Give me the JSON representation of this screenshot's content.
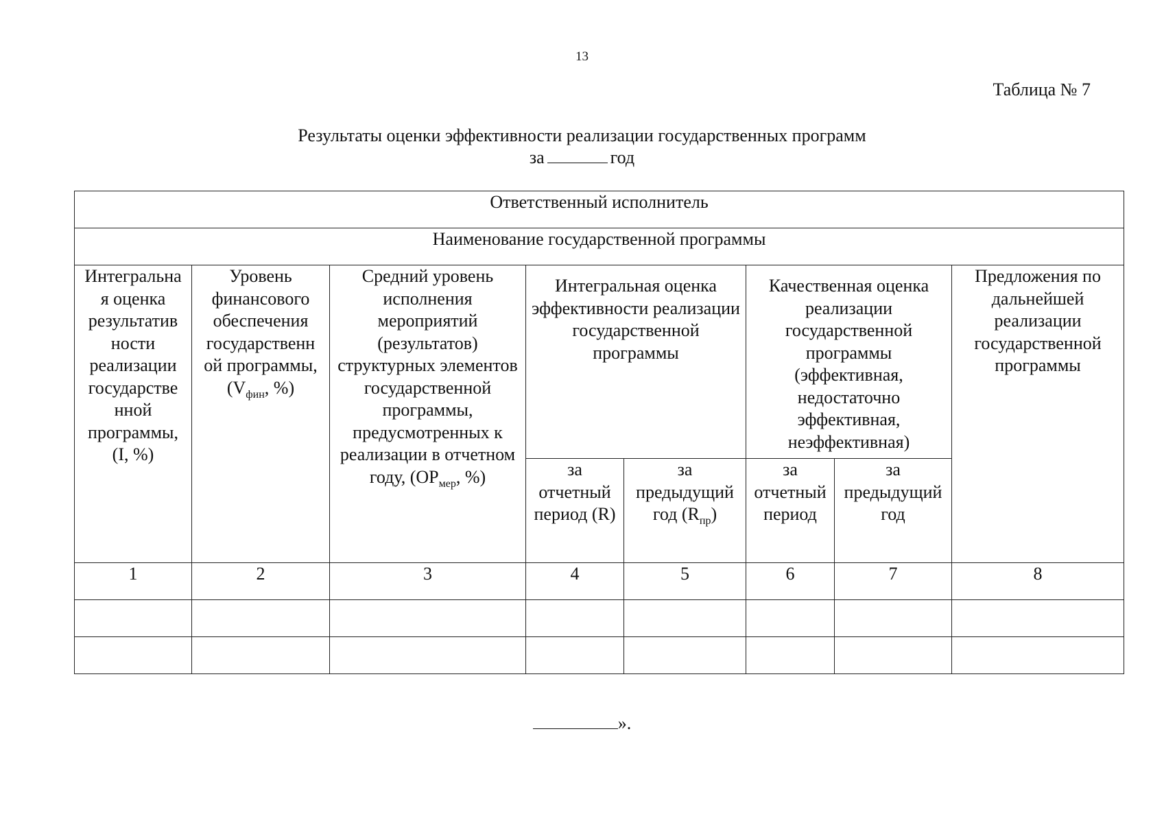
{
  "page_number": "13",
  "table_number": "Таблица № 7",
  "title": "Результаты оценки эффективности реализации государственных программ",
  "subtitle_prefix": "за",
  "subtitle_suffix": "год",
  "table": {
    "responsible_executor": "Ответственный исполнитель",
    "program_name": "Наименование государственной программы",
    "columns": {
      "c1": {
        "label": "Интегральна я оценка результатив ности реализации государстве нной программы, (I, %)"
      },
      "c2": {
        "label_main": "Уровень финансового обеспечения государственн ой программы, (V",
        "label_sub": "фин",
        "label_end": ", %)"
      },
      "c3": {
        "label_main": "Средний уровень исполнения мероприятий (результатов) структурных элементов государственной программы, предусмотренных к реализации в отчетном году, (ОР",
        "label_sub": "мер",
        "label_end": ", %)"
      },
      "group4": "Интегральная оценка эффективности реализации государственной программы",
      "group6": "Качественная оценка реализации государственной программы (эффективная, недостаточно эффективная, неэффективная)",
      "c8": {
        "label": "Предложения по дальнейшей реализации государственной программы"
      },
      "c4": {
        "label": "за отчетный период (R)"
      },
      "c5": {
        "label_main": "за предыдущий год (R",
        "label_sub": "пр",
        "label_end": ")"
      },
      "c6": {
        "label": "за отчетный период"
      },
      "c7": {
        "label": "за предыдущий год"
      }
    },
    "column_numbers": [
      "1",
      "2",
      "3",
      "4",
      "5",
      "6",
      "7",
      "8"
    ],
    "empty_rows": 2
  },
  "footer_end": "»."
}
